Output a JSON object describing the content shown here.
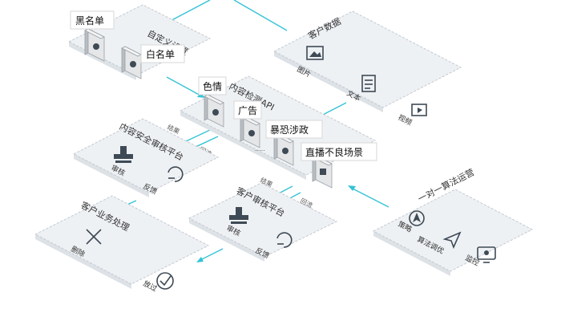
{
  "tags": {
    "blacklist": "黑名单",
    "whitelist": "白名单",
    "porn": "色情",
    "ads": "广告",
    "terror": "暴恐涉政",
    "live": "直播不良场景"
  },
  "panels": {
    "custom_settings": "自定义设置",
    "customer_data": {
      "title": "客户数据",
      "image": "图片",
      "text": "文本",
      "video": "视频"
    },
    "detect_api": {
      "title": "内容检测API",
      "ellipsis": "....."
    },
    "security_platform": {
      "title": "内容安全审核平台",
      "review": "审核",
      "feedback": "反馈",
      "result": "结果",
      "return": "回流"
    },
    "customer_platform": {
      "title": "客户审核平台",
      "review": "审核",
      "feedback": "反馈",
      "result": "结果",
      "return": "回流"
    },
    "business": {
      "title": "客户业务处理",
      "delete": "删除",
      "pass": "放过"
    },
    "operations": {
      "title": "一对一算法运营",
      "strategy": "策略",
      "tuning": "算法调优",
      "monitor": "监控"
    }
  },
  "colors": {
    "connector": "#35c3d6",
    "platform": "#eef1f4",
    "icon": "#3e4a55"
  }
}
